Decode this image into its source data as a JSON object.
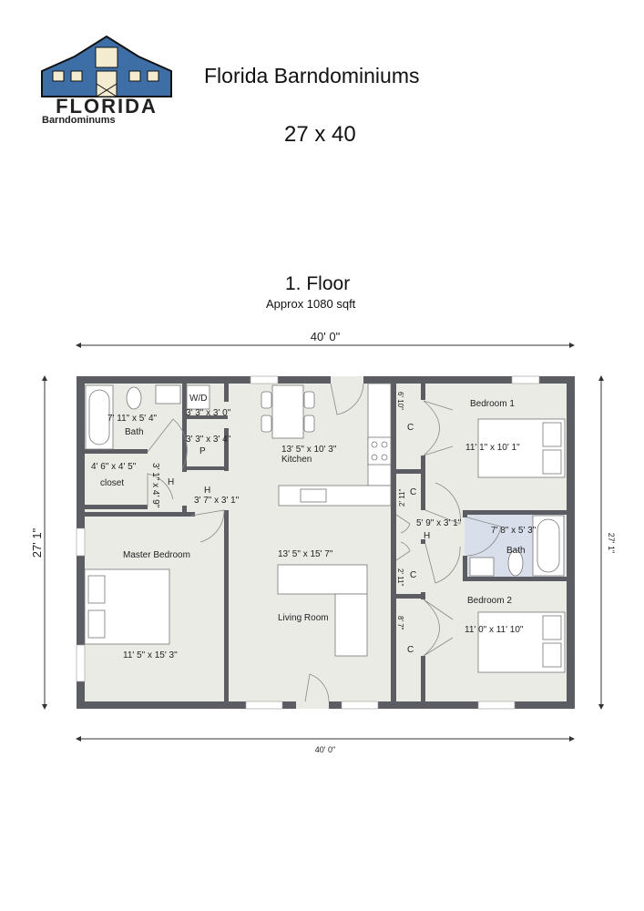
{
  "header": {
    "logo": {
      "line1": "FLORIDA",
      "line2": "Barndominums"
    },
    "company": "Florida Barndominiums",
    "size": "27 x 40"
  },
  "floor": {
    "title": "1. Floor",
    "area": "Approx 1080 sqft",
    "dims": {
      "top": "40' 0\"",
      "bottom": "40' 0\"",
      "left": "27' 1\"",
      "right": "27' 1\""
    }
  },
  "rooms": {
    "bath1_dim": "7' 11\" x 5' 4\"",
    "bath1_name": "Bath",
    "wd_name": "W/D",
    "wd_dim": "3' 3\" x 3' 0\"",
    "pantry_dim": "3' 3\" x 3' 4\"",
    "pantry_name": "P",
    "closet_dim": "4' 6\" x 4' 5\"",
    "closet_name": "closet",
    "hall1_dim": "3' 1\" x 4' 9\"",
    "hall1_name": "H",
    "hall2_name": "H",
    "hall2_dim": "3' 7\" x 3' 1\"",
    "kitchen_dim": "13' 5\" x 10' 3\"",
    "kitchen_name": "Kitchen",
    "master_name": "Master Bedroom",
    "master_dim": "11' 5\" x 15' 3\"",
    "living_dim": "13' 5\" x 15' 7\"",
    "living_name": "Living Room",
    "c1_dim": "6' 10\"",
    "c1_name": "C",
    "c2_dim": "2' 11\"",
    "c2_name": "C",
    "c3_dim": "2' 11\"",
    "c3_name": "C",
    "c4_dim": "8' 7\"",
    "c4_name": "C",
    "hall3_dim": "5' 9\" x 3' 1\"",
    "hall3_name": "H",
    "bed1_name": "Bedroom 1",
    "bed1_dim": "11' 1\" x 10' 1\"",
    "bath2_dim": "7' 8\" x 5' 3\"",
    "bath2_name": "Bath",
    "bed2_name": "Bedroom 2",
    "bed2_dim": "11' 0\" x 11' 10\""
  },
  "colors": {
    "wall": "#5b5d62",
    "floor": "#ebebe6",
    "bath_tile": "#d9dfea",
    "logo_blue": "#3d6ea5"
  }
}
